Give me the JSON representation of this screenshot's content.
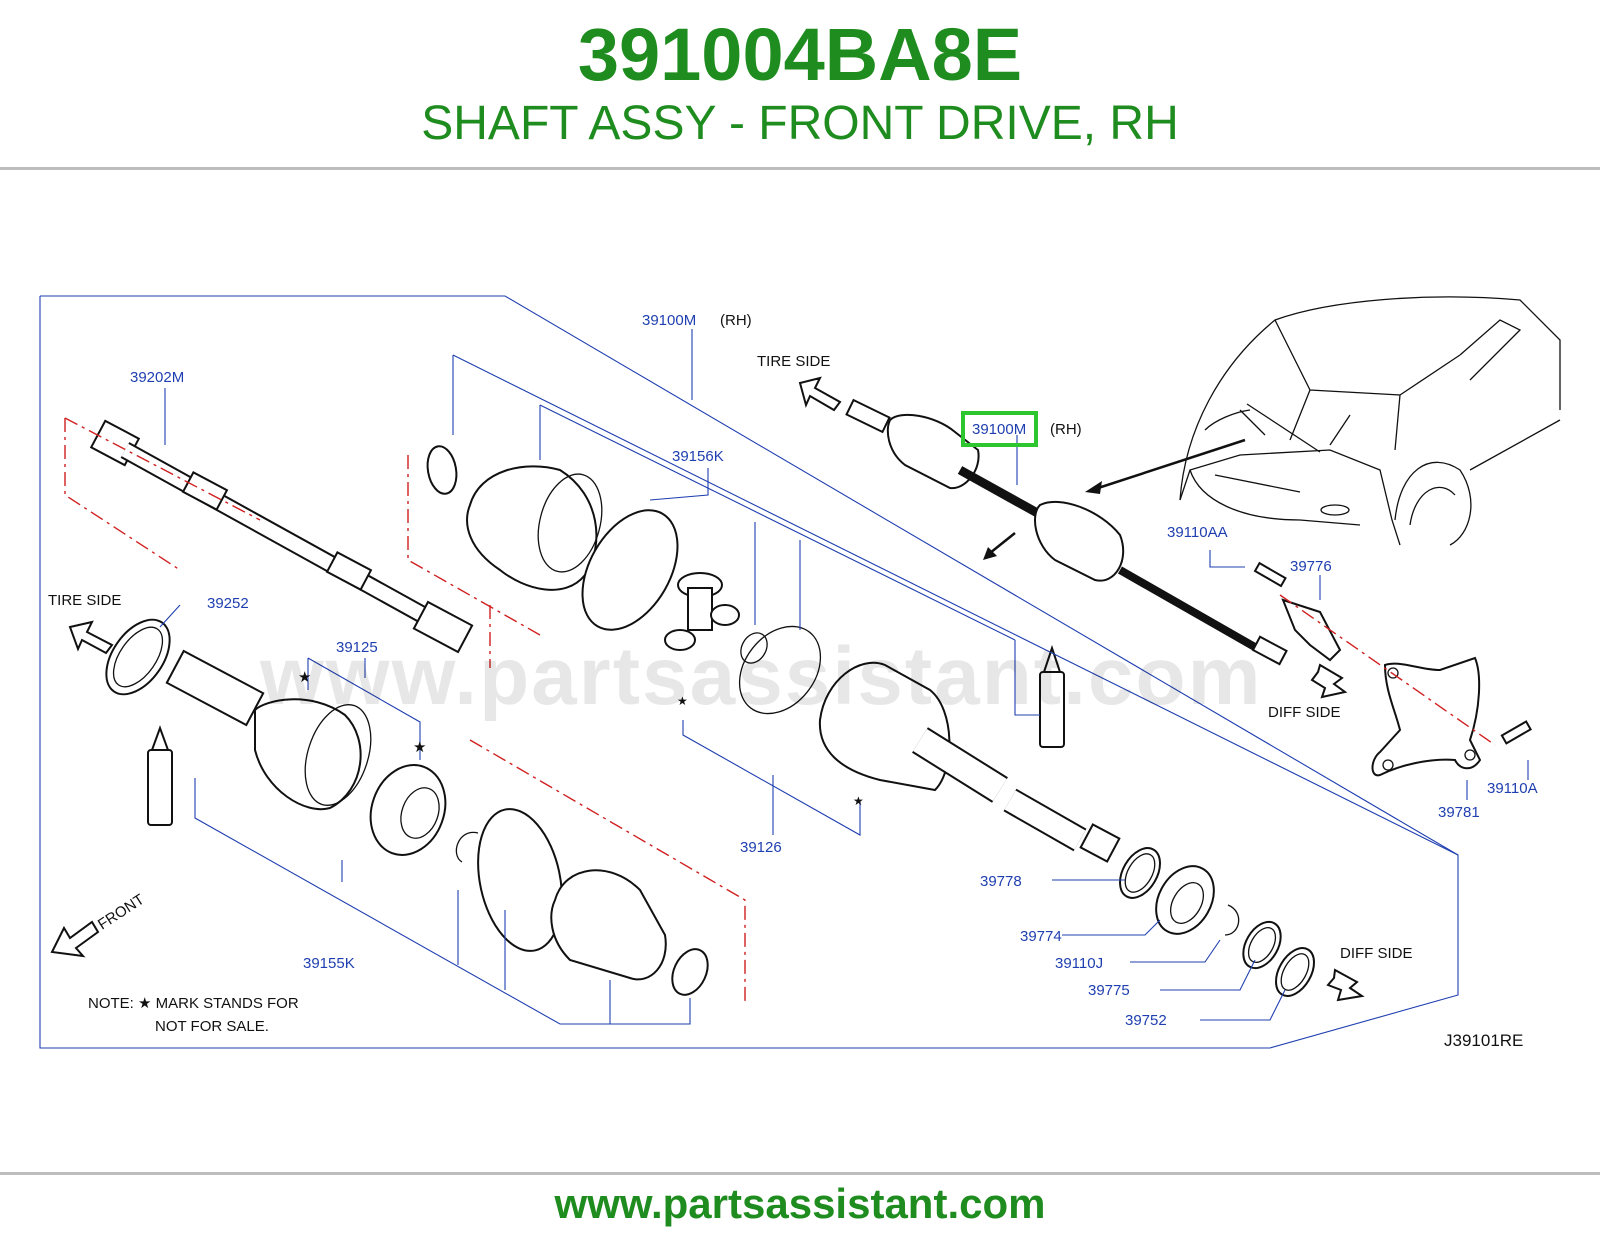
{
  "header": {
    "part_number": "391004BA8E",
    "part_name": "SHAFT ASSY - FRONT DRIVE, RH"
  },
  "watermark": "www.partsassistant.com",
  "footer": {
    "url": "www.partsassistant.com"
  },
  "colors": {
    "brand": "#1e8c1e",
    "label": "#1f3fb0",
    "highlight": "#2ec62e",
    "callout_line": "#d02020"
  },
  "diagram": {
    "code": "J39101RE",
    "note_line1": "NOTE:  ★ MARK   STANDS   FOR",
    "note_line2": "NOT   FOR   SALE.",
    "front_label": "FRONT",
    "rh": "(RH)",
    "tire_side": "TIRE   SIDE",
    "diff_side": "DIFF   SIDE",
    "star": "★",
    "labels": {
      "p39100M_top": "39100M",
      "p39100M_hl": "39100M",
      "p39202M": "39202M",
      "p39156K": "39156K",
      "p39252": "39252",
      "p39125": "39125",
      "p39126": "39126",
      "p39155K": "39155K",
      "p39110AA": "39110AA",
      "p39776": "39776",
      "p39781": "39781",
      "p39110A": "39110A",
      "p39778": "39778",
      "p39774": "39774",
      "p39110J": "39110J",
      "p39775": "39775",
      "p39752": "39752"
    }
  }
}
